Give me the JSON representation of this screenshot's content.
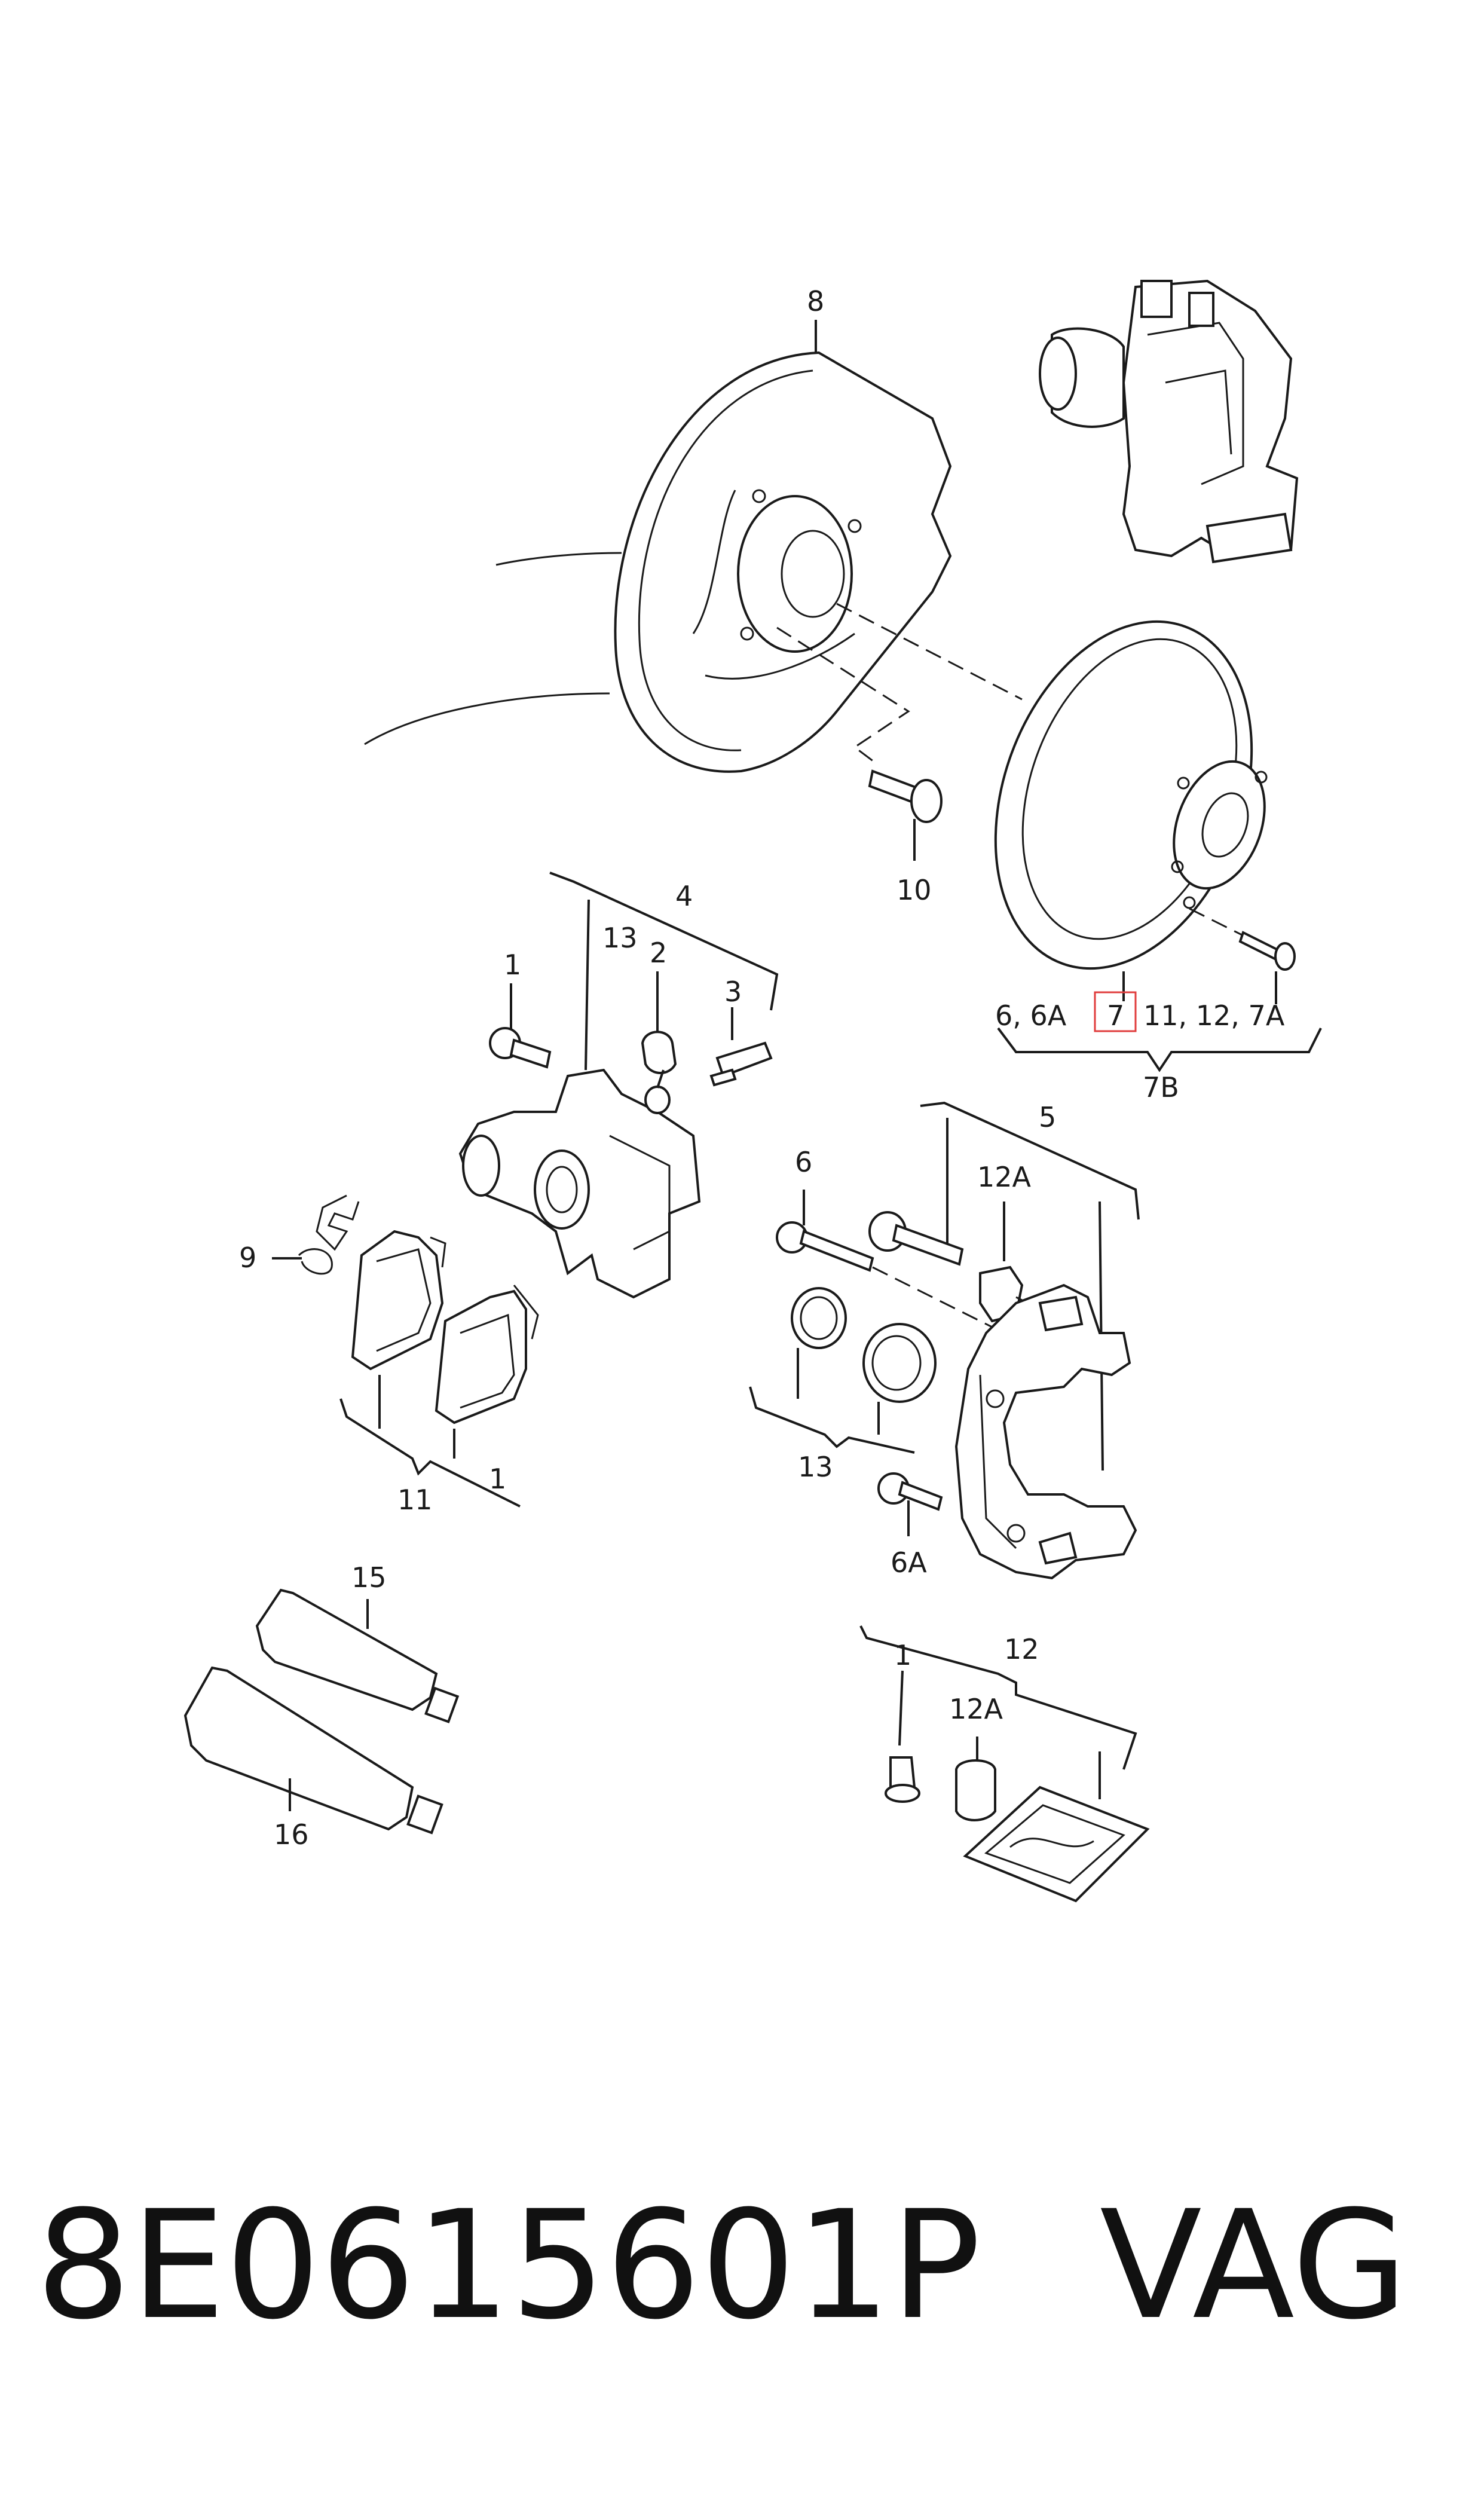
{
  "labels": {
    "l1a": "1",
    "l1b": "1",
    "l1c": "1",
    "l2": "2",
    "l3": "3",
    "l4": "4",
    "l5": "5",
    "l6": "6",
    "l6A": "6A",
    "l7row_left": "6, 6A",
    "l7": "7",
    "l7row_right": "11, 12, 7A",
    "l7B": "7B",
    "l8": "8",
    "l9": "9",
    "l10": "10",
    "l11": "11",
    "l12": "12",
    "l12Aa": "12A",
    "l12Ab": "12A",
    "l13a": "13",
    "l13b": "13",
    "l15": "15",
    "l16": "16"
  },
  "highlight_color": "#e03c3c",
  "footer": {
    "part_number": "8E0615601P",
    "brand": "VAG"
  }
}
